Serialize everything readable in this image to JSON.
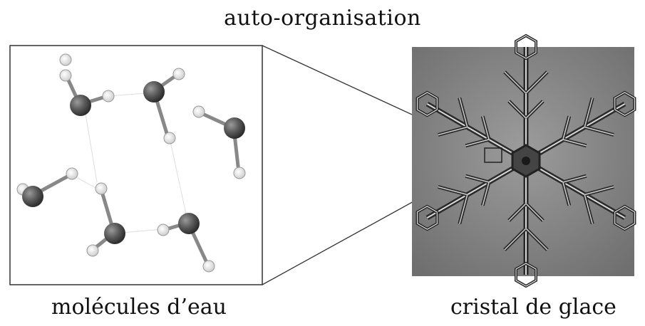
{
  "title": "auto-organisation",
  "left_caption": "molécules d’eau",
  "right_caption": "cristal de glace",
  "colors": {
    "oxygen": "#555555",
    "hydrogen": "#f2f2f2",
    "frame": "#333333",
    "ice_background": "#8a8a8a"
  }
}
